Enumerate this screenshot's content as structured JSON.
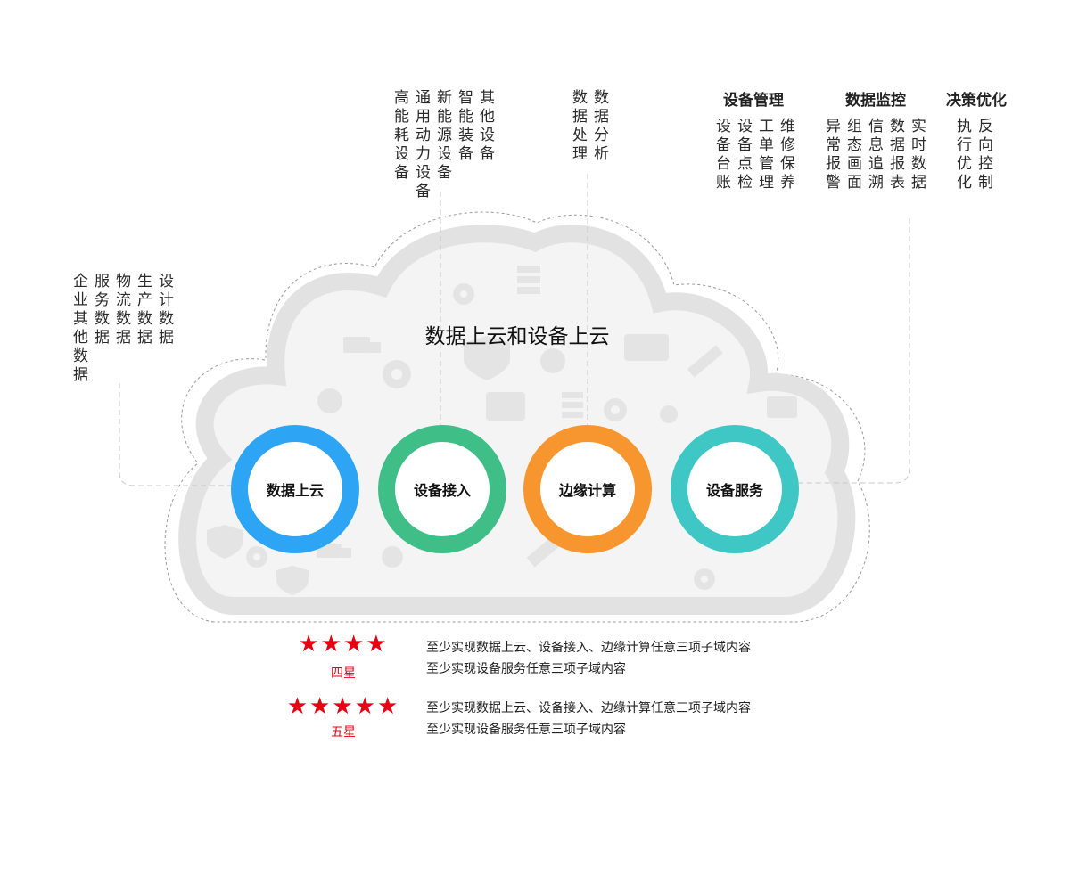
{
  "cloud_title": "数据上云和设备上云",
  "left_group": {
    "columns": [
      "设计数据",
      "生产数据",
      "物流数据",
      "服务数据",
      "企业其他数据"
    ]
  },
  "equipment_groups": [
    {
      "columns": [
        "高能耗设备"
      ]
    },
    {
      "columns": [
        "通用动力设备"
      ]
    },
    {
      "columns": [
        "新能源设备"
      ]
    },
    {
      "columns": [
        "智能装备"
      ]
    },
    {
      "columns": [
        "其他设备"
      ]
    }
  ],
  "data_processing": {
    "columns": [
      "数据处理",
      "数据分析"
    ]
  },
  "right_groups": [
    {
      "title": "设备管理",
      "columns": [
        "设备台账",
        "设备点检",
        "工单管理",
        "维修保养"
      ]
    },
    {
      "title": "数据监控",
      "columns": [
        "异常报警",
        "组态画面",
        "信息追溯",
        "数据报表",
        "实时数据"
      ]
    },
    {
      "title": "决策优化",
      "columns": [
        "执行优化",
        "反向控制"
      ]
    }
  ],
  "rings": [
    {
      "label": "数据上云",
      "color": "#2ea4f5"
    },
    {
      "label": "设备接入",
      "color": "#3fbf87"
    },
    {
      "label": "边缘计算",
      "color": "#f7952e"
    },
    {
      "label": "设备服务",
      "color": "#3ec7c4"
    }
  ],
  "ratings": [
    {
      "stars": "★★★★",
      "label": "四星",
      "lines": [
        "至少实现数据上云、设备接入、边缘计算任意三项子域内容",
        "至少实现设备服务任意三项子域内容"
      ]
    },
    {
      "stars": "★★★★★",
      "label": "五星",
      "lines": [
        "至少实现数据上云、设备接入、边缘计算任意三项子域内容",
        "至少实现设备服务任意三项子域内容"
      ]
    }
  ],
  "colors": {
    "accent_red": "#e60012",
    "cloud_gray": "#e6e6e6",
    "dash": "#c8c8c8"
  },
  "icons": [
    "gear-icon",
    "truck-icon",
    "briefcase-icon",
    "shield-icon",
    "pencil-icon",
    "server-icon",
    "network-icon"
  ]
}
